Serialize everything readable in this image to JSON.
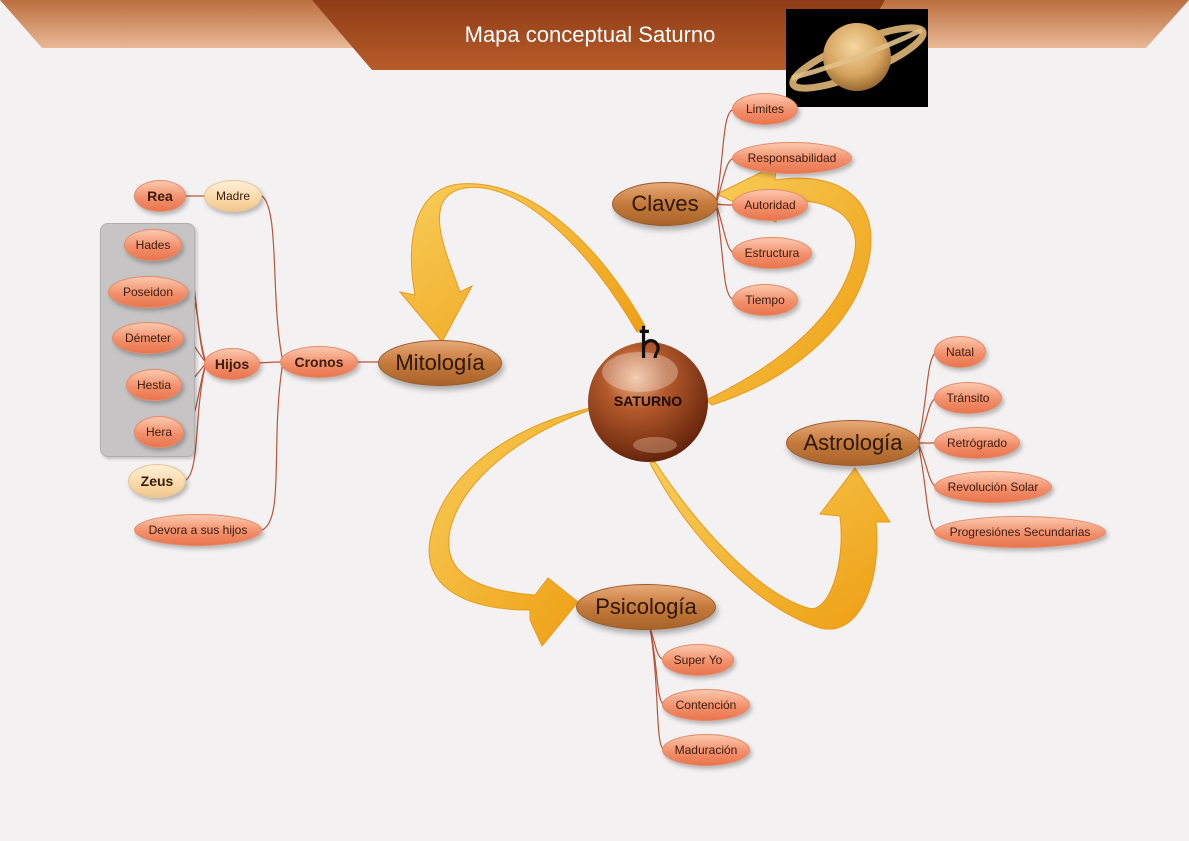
{
  "title": "Mapa conceptual Saturno",
  "center": {
    "label": "SATURNO",
    "symbol": "♄"
  },
  "topics": {
    "mitologia": "Mitología",
    "claves": "Claves",
    "astrologia": "Astrología",
    "psicologia": "Psicología"
  },
  "mitologia": {
    "cronos": "Cronos",
    "hijos": "Hijos",
    "rea": "Rea",
    "madre": "Madre",
    "zeus": "Zeus",
    "devora": "Devora a sus hijos",
    "children": [
      "Hades",
      "Poseidon",
      "Démeter",
      "Hestia",
      "Hera"
    ]
  },
  "claves": [
    "Limites",
    "Responsabilidad",
    "Autoridad",
    "Estructura",
    "Tiempo"
  ],
  "astrologia": [
    "Natal",
    "Tránsito",
    "Retrógrado",
    "Revolución Solar",
    "Progresiónes Secundarias"
  ],
  "psicologia": [
    "Super Yo",
    "Contención",
    "Maduración"
  ],
  "colors": {
    "banner": "#a34f22",
    "arrow": "#f1a91e",
    "leaf": "#f2906c",
    "topic": "#c57a3b",
    "center": "#8a3a16"
  }
}
